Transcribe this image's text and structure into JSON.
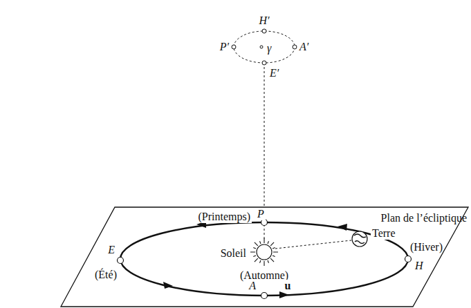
{
  "diagram": {
    "labels": [
      "H′",
      "P′",
      "γ",
      "A′",
      "E′",
      "(Printemps)",
      "P",
      "Plan de l’écliptique",
      "Terre",
      "(Hiver)",
      "H",
      "E",
      "(Été)",
      "Soleil",
      "(Automne)",
      "A",
      "u"
    ]
  }
}
